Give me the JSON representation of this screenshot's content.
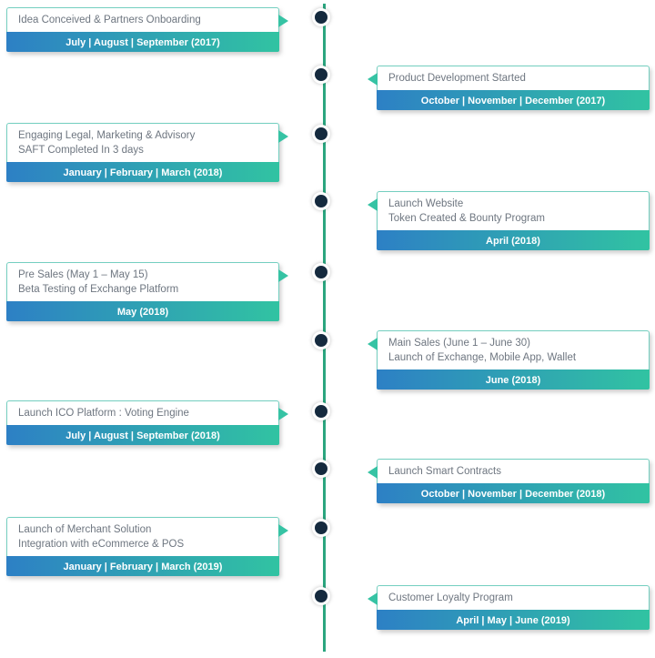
{
  "diagram": {
    "type": "roadmap-timeline",
    "orientation": "vertical",
    "colors": {
      "timeline_line": "#2ba57f",
      "dot": "#152a3e",
      "card_border": "#74cfc0",
      "date_bar_gradient_start": "#2d80c5",
      "date_bar_gradient_end": "#31c3a2",
      "arrow": "#36c3a4",
      "title_text": "#6e7680",
      "date_text": "#ffffff"
    }
  },
  "milestones": [
    {
      "side": "left",
      "line1": "Idea Conceived & Partners Onboarding",
      "date": "July | August | September (2017)"
    },
    {
      "side": "right",
      "line1": "Product Development Started",
      "date": "October | November | December (2017)"
    },
    {
      "side": "left",
      "line1": "Engaging Legal, Marketing & Advisory",
      "line2": "SAFT Completed In 3 days",
      "date": "January | February | March (2018)"
    },
    {
      "side": "right",
      "line1": "Launch Website",
      "line2": "Token Created & Bounty Program",
      "date": "April (2018)"
    },
    {
      "side": "left",
      "line1": "Pre Sales (May 1 – May 15)",
      "line2": "Beta Testing of Exchange Platform",
      "date": "May (2018)"
    },
    {
      "side": "right",
      "line1": "Main Sales (June 1 – June 30)",
      "line2": "Launch of Exchange, Mobile App, Wallet",
      "date": "June (2018)"
    },
    {
      "side": "left",
      "line1": "Launch ICO Platform : Voting Engine",
      "date": "July | August | September (2018)"
    },
    {
      "side": "right",
      "line1": "Launch Smart Contracts",
      "date": "October | November | December (2018)"
    },
    {
      "side": "left",
      "line1": "Launch of Merchant Solution",
      "line2": "Integration with eCommerce & POS",
      "date": "January | February | March (2019)"
    },
    {
      "side": "right",
      "line1": "Customer Loyalty Program",
      "date": "April | May | June (2019)"
    }
  ]
}
